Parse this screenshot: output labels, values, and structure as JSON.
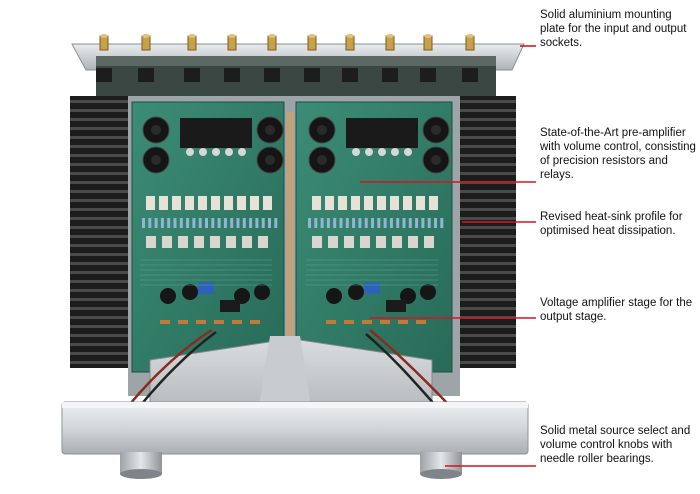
{
  "annotations": [
    {
      "id": "mounting-plate",
      "text": "Solid aluminium mounting plate for the input and output sockets."
    },
    {
      "id": "pre-amplifier",
      "text": "State-of-the-Art pre-amplifier with volume control, consisting of precision resistors and relays."
    },
    {
      "id": "heat-sink",
      "text": "Revised heat-sink profile for optimised heat dissipation."
    },
    {
      "id": "voltage-amplifier",
      "text": "Voltage amplifier stage for the output stage."
    },
    {
      "id": "knobs",
      "text": "Solid metal source select and volume control knobs with needle roller bearings."
    }
  ],
  "colors": {
    "leader_line": "#d8141c",
    "pcb": "#2f7d68",
    "heatsink": "#1c1c1c",
    "chassis": "#cfd3d6",
    "text": "#111111"
  }
}
